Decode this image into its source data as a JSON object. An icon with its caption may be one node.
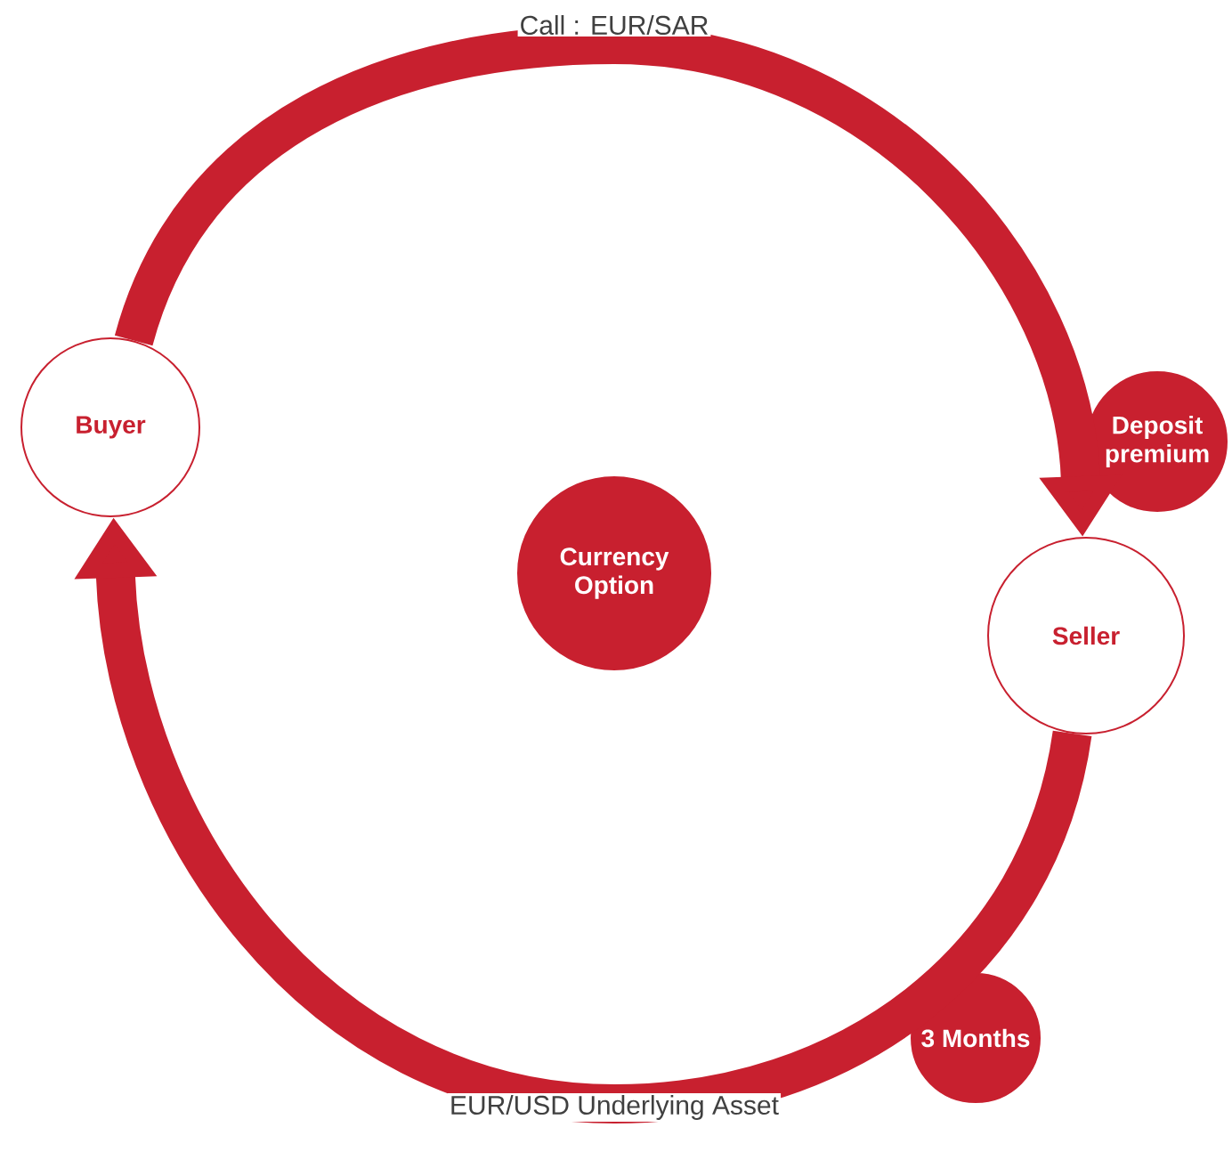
{
  "diagram": {
    "nodes": [
      {
        "text": [
          "Buyer"
        ]
      },
      {
        "text": [
          "Currency Option"
        ]
      },
      {
        "text": [
          "Seller"
        ]
      },
      {
        "text": [
          "Deposit premium"
        ]
      },
      {
        "text": [
          "3 Months"
        ]
      }
    ],
    "edges": [
      {
        "from": 0,
        "to": 2,
        "arrow": "to",
        "label": "Call : EUR/SAR"
      },
      {
        "from": 2,
        "to": 0,
        "arrow": "to",
        "label": "EUR/USD Underlying Asset"
      }
    ]
  }
}
